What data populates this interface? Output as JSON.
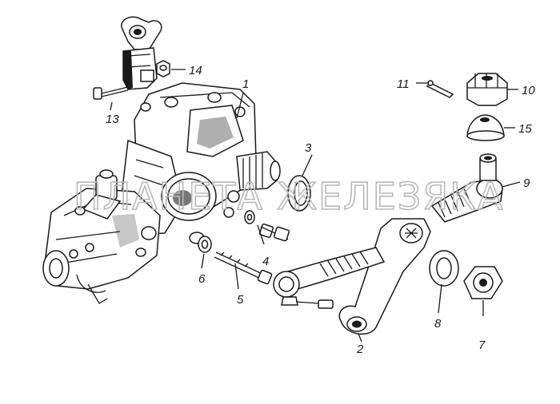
{
  "watermark": "ПЛАНЕТА ЖЕЛЕЗЯКА",
  "callouts": [
    {
      "id": "1",
      "text": "1"
    },
    {
      "id": "2",
      "text": "2"
    },
    {
      "id": "3",
      "text": "3"
    },
    {
      "id": "4",
      "text": "4"
    },
    {
      "id": "5",
      "text": "5"
    },
    {
      "id": "6",
      "text": "6"
    },
    {
      "id": "7",
      "text": "7"
    },
    {
      "id": "8",
      "text": "8"
    },
    {
      "id": "9",
      "text": "9"
    },
    {
      "id": "10",
      "text": "10"
    },
    {
      "id": "11",
      "text": "11"
    },
    {
      "id": "13",
      "text": "13"
    },
    {
      "id": "14",
      "text": "14"
    },
    {
      "id": "15",
      "text": "15"
    }
  ]
}
